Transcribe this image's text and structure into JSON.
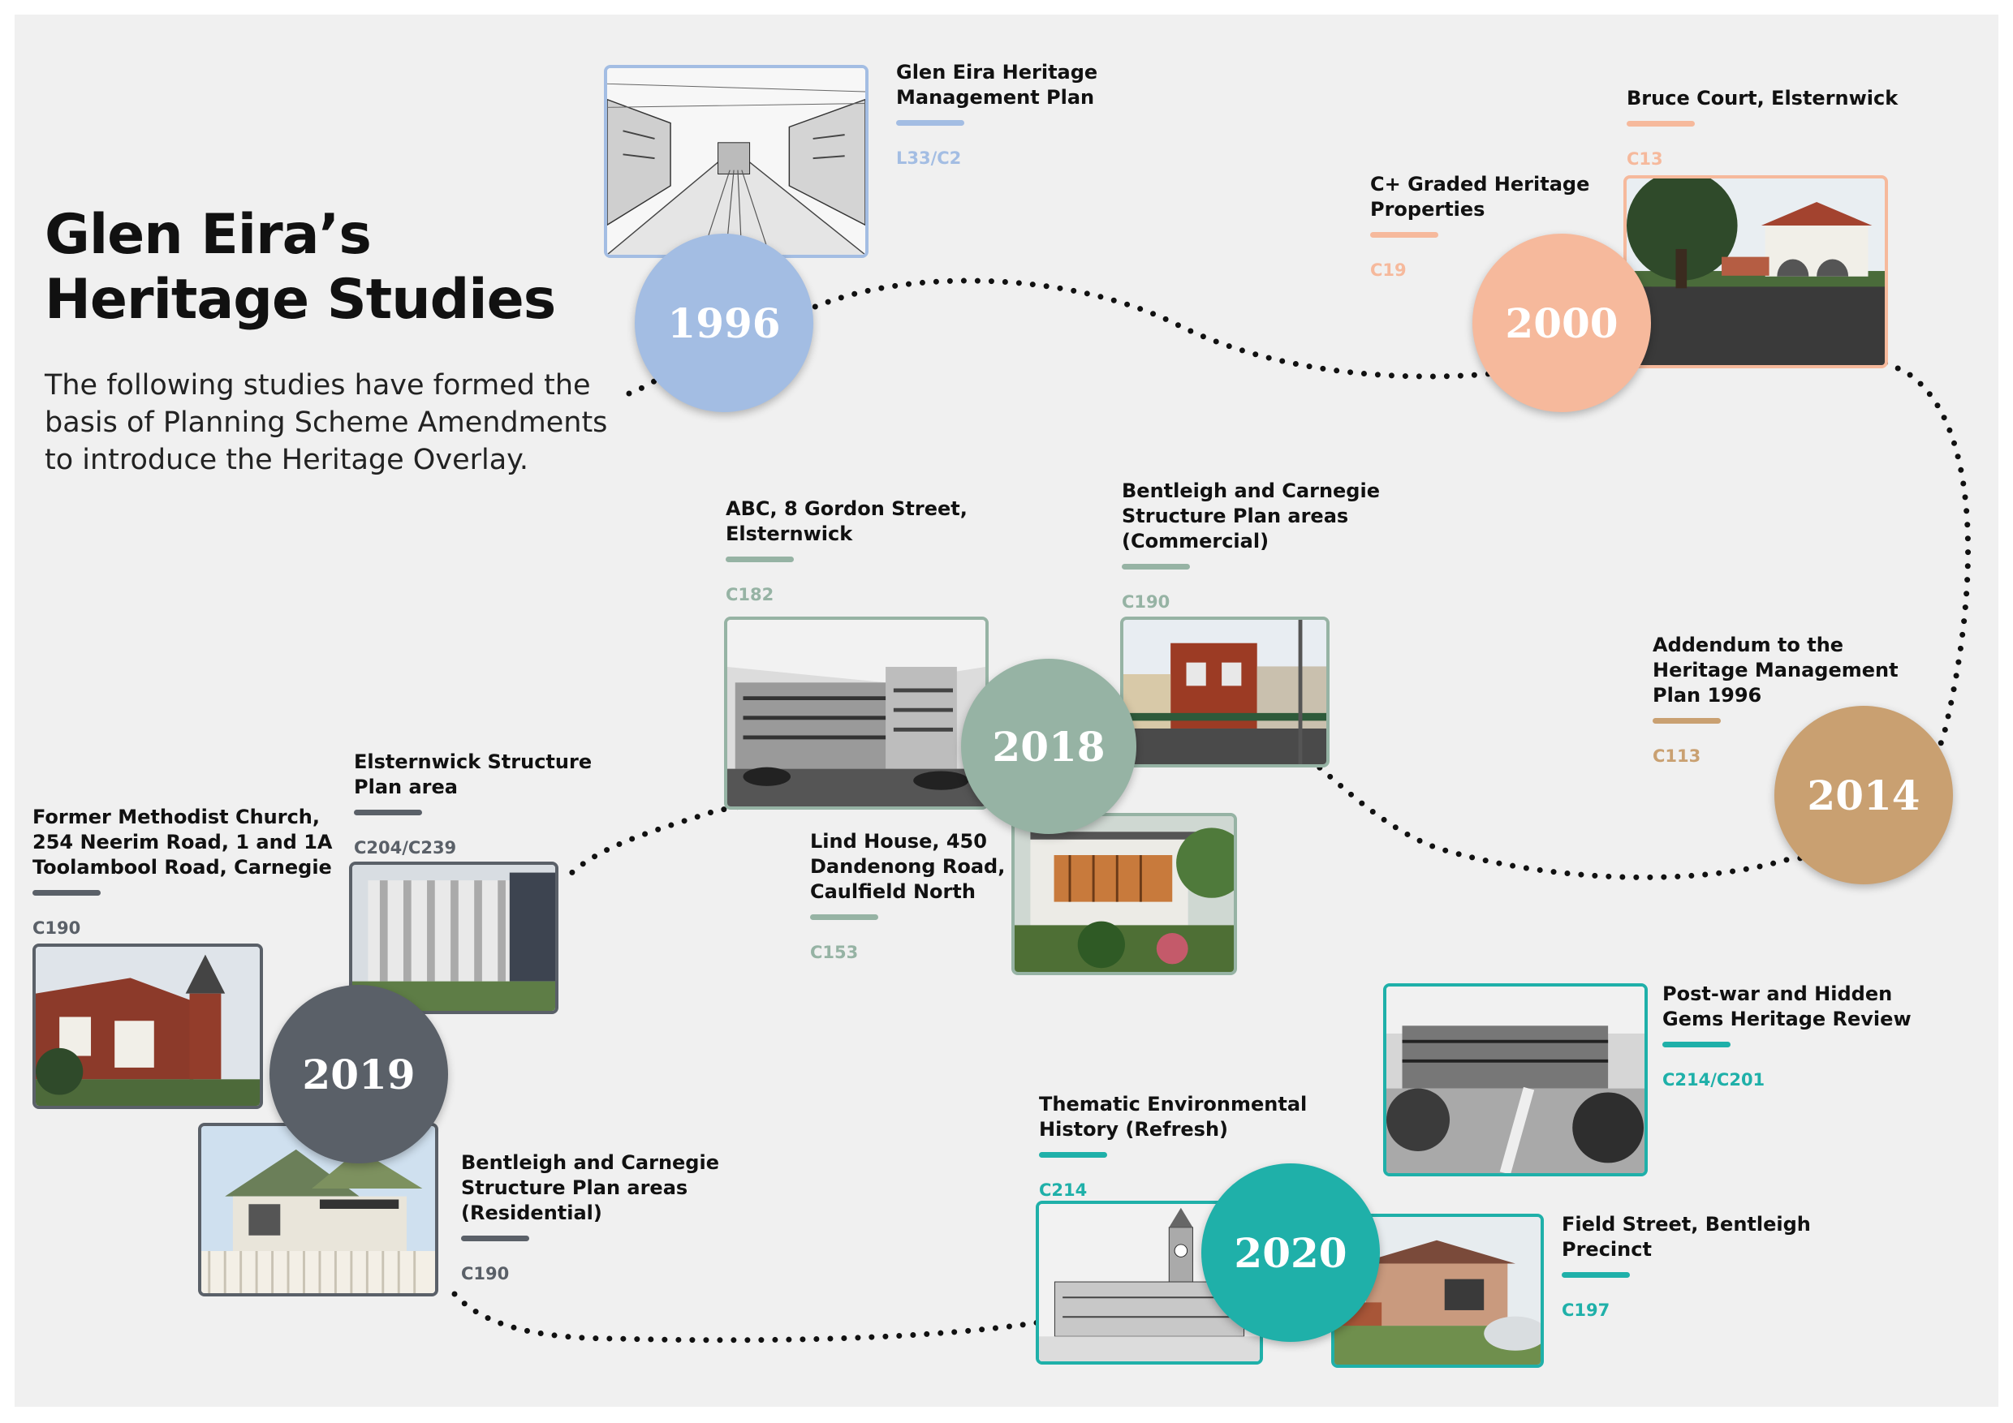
{
  "title": {
    "line1": "Glen Eira’s",
    "line2": "Heritage Studies"
  },
  "intro": "The following studies have formed the basis of Planning Scheme Amendments to introduce the Heritage Overlay.",
  "colors": {
    "1996": "#a3bde3",
    "2000": "#f6b99c",
    "2014": "#c9a071",
    "2018": "#96b3a4",
    "2019": "#5a6068",
    "2020": "#1fb0a9",
    "dots": "#111111",
    "panel": "#f0f0f0"
  },
  "years": {
    "y1996": "1996",
    "y2000": "2000",
    "y2014": "2014",
    "y2018": "2018",
    "y2019": "2019",
    "y2020": "2020"
  },
  "studies": {
    "heritage_management_plan": {
      "title": "Glen Eira Heritage\nManagement Plan",
      "code": "L33/C2"
    },
    "bruce_court": {
      "title": "Bruce Court, Elsternwick",
      "code": "C13"
    },
    "c_plus_graded": {
      "title": "C+ Graded Heritage\nProperties",
      "code": "C19"
    },
    "addendum": {
      "title": "Addendum to the\nHeritage Management\nPlan 1996",
      "code": "C113"
    },
    "abc_gordon": {
      "title": "ABC, 8 Gordon Street,\nElsternwick",
      "code": "C182"
    },
    "bentleigh_commercial": {
      "title": "Bentleigh and Carnegie\nStructure Plan areas\n(Commercial)",
      "code": "C190"
    },
    "lind_house": {
      "title": "Lind House, 450\nDandenong Road,\nCaulfield North",
      "code": "C153"
    },
    "elsternwick_structure": {
      "title": "Elsternwick Structure\nPlan area",
      "code": "C204/C239"
    },
    "methodist_church": {
      "title": "Former Methodist Church,\n254 Neerim Road, 1 and 1A\nToolambool Road, Carnegie",
      "code": "C190"
    },
    "bentleigh_residential": {
      "title": "Bentleigh and Carnegie\nStructure Plan areas\n(Residential)",
      "code": "C190"
    },
    "thematic_history": {
      "title": "Thematic Environmental\nHistory (Refresh)",
      "code": "C214"
    },
    "post_war": {
      "title": "Post-war and Hidden\nGems Heritage Review",
      "code": "C214/C201"
    },
    "field_street": {
      "title": "Field Street, Bentleigh\nPrecinct",
      "code": "C197"
    }
  }
}
